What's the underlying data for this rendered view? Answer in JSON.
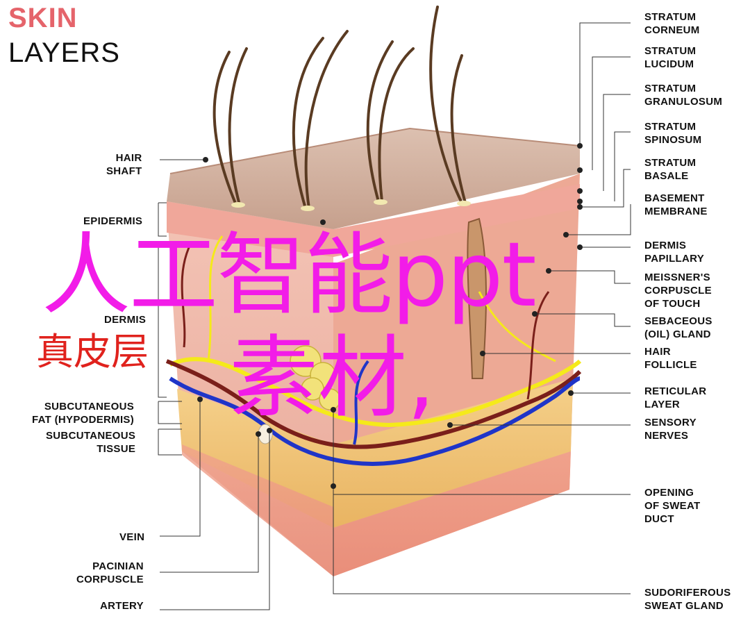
{
  "title": {
    "line1": "SKIN",
    "line2": "LAYERS"
  },
  "colors": {
    "title_accent": "#e5646b",
    "overlay_text": "#f21ce8",
    "cn_label": "#e0221d",
    "epidermis_top": "#c9a592",
    "dermis": "#f0b7a8",
    "fat": "#f0c37a",
    "vein": "#1f35c8",
    "artery": "#7a1f1a",
    "nerve": "#f2e516"
  },
  "labels_right": [
    "STRATUM\nCORNEUM",
    "STRATUM\nLUCIDUM",
    "STRATUM\nGRANULOSUM",
    "STRATUM\nSPINOSUM",
    "STRATUM\nBASALE",
    "BASEMENT\nMEMBRANE",
    "DERMIS\nPAPILLARY",
    "MEISSNER'S\nCORPUSCLE\nOF TOUCH",
    "SEBACEOUS\n(OIL) GLAND",
    "HAIR\nFOLLICLE",
    "RETICULAR\nLAYER",
    "SENSORY\nNERVES",
    "OPENING\nOF SWEAT\nDUCT",
    "SUDORIFEROUS\nSWEAT GLAND"
  ],
  "labels_left": [
    "HAIR\nSHAFT",
    "EPIDERMIS",
    "DERMIS",
    "SUBCUTANEOUS\nFAT (HYPODERMIS)",
    "SUBCUTANEOUS\nTISSUE",
    "VEIN",
    "PACINIAN\nCORPUSCLE",
    "ARTERY"
  ],
  "overlay": {
    "main": "人工智能ppt",
    "sub": "素材,",
    "dermis_cn": "真皮层"
  }
}
